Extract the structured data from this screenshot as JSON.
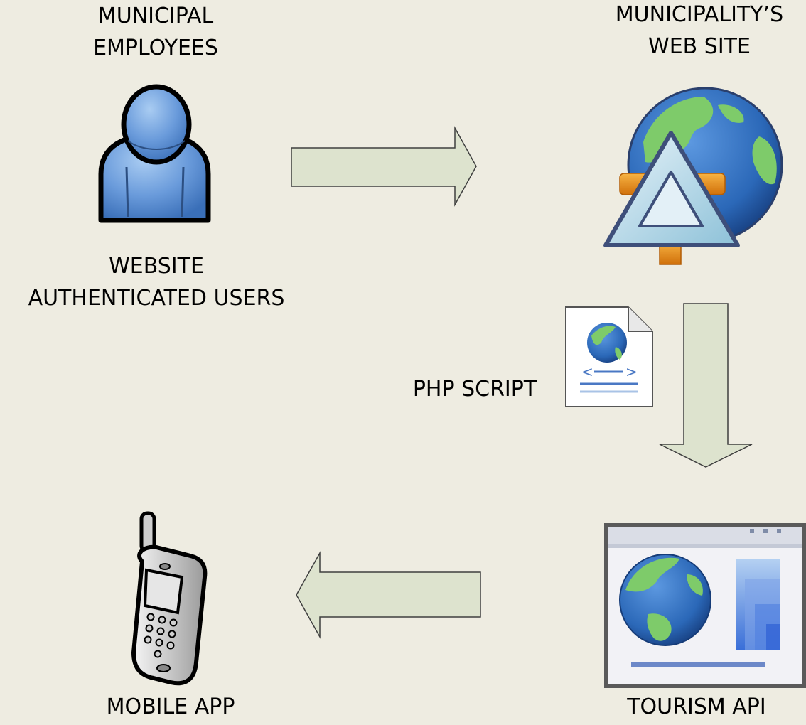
{
  "nodes": {
    "employees": {
      "title_lines": [
        "MUNICIPAL",
        "EMPLOYEES"
      ],
      "caption_lines": [
        "WEBSITE",
        "AUTHENTICATED USERS"
      ],
      "icon": "user-icon"
    },
    "website": {
      "title_lines": [
        "MUNICIPALITY’S",
        "WEB SITE"
      ],
      "icon": "globe-web-icon"
    },
    "php": {
      "label": "PHP SCRIPT",
      "icon": "web-script-document-icon"
    },
    "api": {
      "label": "TOURISM API",
      "icon": "web-application-window-icon"
    },
    "mobile": {
      "label": "MOBILE APP",
      "icon": "mobile-phone-icon"
    }
  },
  "colors": {
    "background": "#EEECE1",
    "arrow_fill": "#DDE3CE",
    "arrow_stroke": "#3F3F3F",
    "user_blue": "#5B8ED0",
    "globe_blue": "#2B68B8",
    "land_green": "#7ECB6A",
    "orange": "#E5840F"
  }
}
